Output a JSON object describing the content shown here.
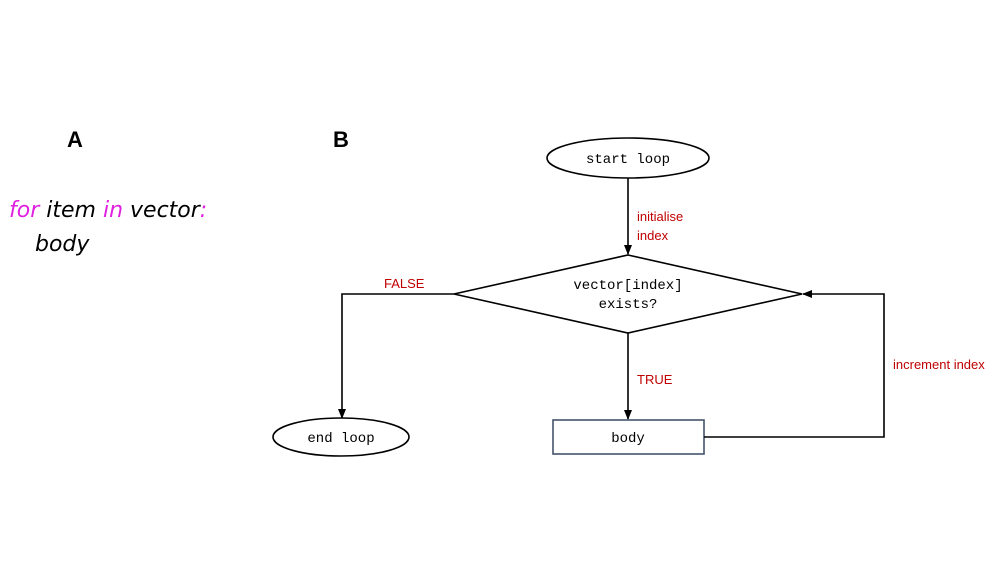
{
  "panels": {
    "a_label": "A",
    "b_label": "B"
  },
  "code": {
    "line1": {
      "keyword_for": "for",
      "var_item": " item ",
      "keyword_in": "in",
      "iterable": " vector",
      "colon": ":"
    },
    "line2": "body"
  },
  "flowchart": {
    "nodes": {
      "start": "start loop",
      "condition_line1": "vector[index]",
      "condition_line2": "exists?",
      "body": "body",
      "end": "end loop"
    },
    "edges": {
      "init_line1": "initialise",
      "init_line2": "index",
      "true_label": "TRUE",
      "false_label": "FALSE",
      "increment_label": "increment index"
    }
  },
  "colors": {
    "keyword": "#e020e0",
    "edge_label": "#c00000",
    "body_box_border": "#44546a",
    "stroke": "#000000"
  }
}
